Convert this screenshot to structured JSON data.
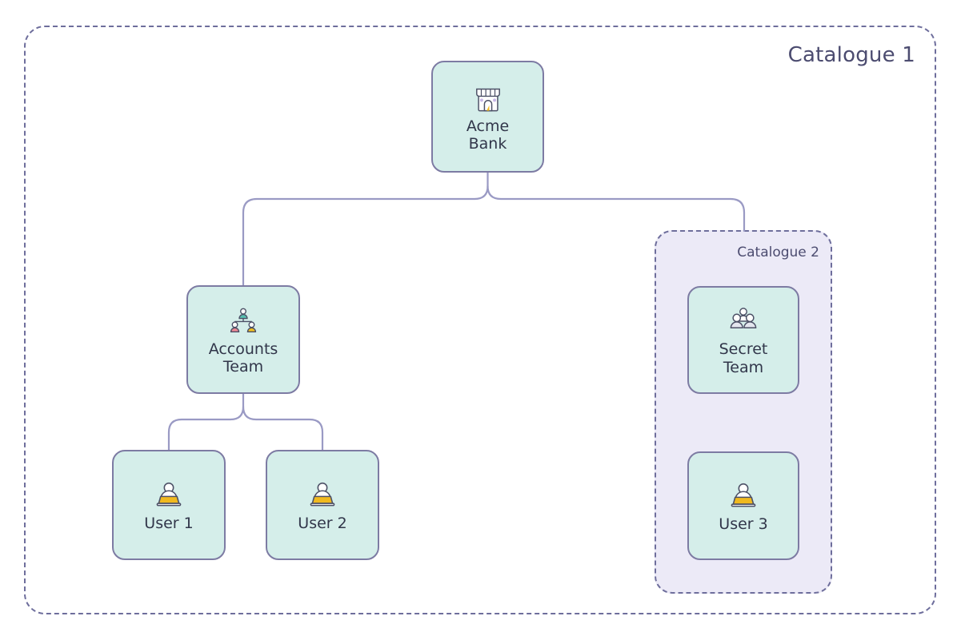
{
  "diagram": {
    "background": "#ffffff",
    "colors": {
      "node_fill": "#d5eeea",
      "node_border": "#7d7ba3",
      "catalogue_border": "#6e6e9c",
      "catalogue_inner_fill": "#eceaf7",
      "connector": "#9a9ac4",
      "label_text": "#31364a",
      "title_text": "#4c4c70",
      "accent_yellow": "#f0b91f",
      "accent_teal": "#57bfb0",
      "accent_pink": "#f08a95",
      "accent_lilac": "#c9b8e8"
    },
    "outer_catalogue": {
      "title": "Catalogue 1",
      "border_style": "dashed"
    },
    "inner_catalogue": {
      "title": "Catalogue 2",
      "border_style": "dashed"
    },
    "nodes": [
      {
        "id": "acme-bank",
        "label": "Acme\nBank",
        "icon": "storefront-icon"
      },
      {
        "id": "accounts-team",
        "label": "Accounts\nTeam",
        "icon": "org-chart-people-icon"
      },
      {
        "id": "user-1",
        "label": "User 1",
        "icon": "user-laptop-icon"
      },
      {
        "id": "user-2",
        "label": "User 2",
        "icon": "user-laptop-icon"
      },
      {
        "id": "secret-team",
        "label": "Secret\nTeam",
        "icon": "people-group-icon"
      },
      {
        "id": "user-3",
        "label": "User 3",
        "icon": "user-laptop-icon"
      }
    ],
    "edges": [
      {
        "from": "acme-bank",
        "to": "accounts-team"
      },
      {
        "from": "acme-bank",
        "to": "inner-catalogue"
      },
      {
        "from": "accounts-team",
        "to": "user-1"
      },
      {
        "from": "accounts-team",
        "to": "user-2"
      }
    ]
  }
}
